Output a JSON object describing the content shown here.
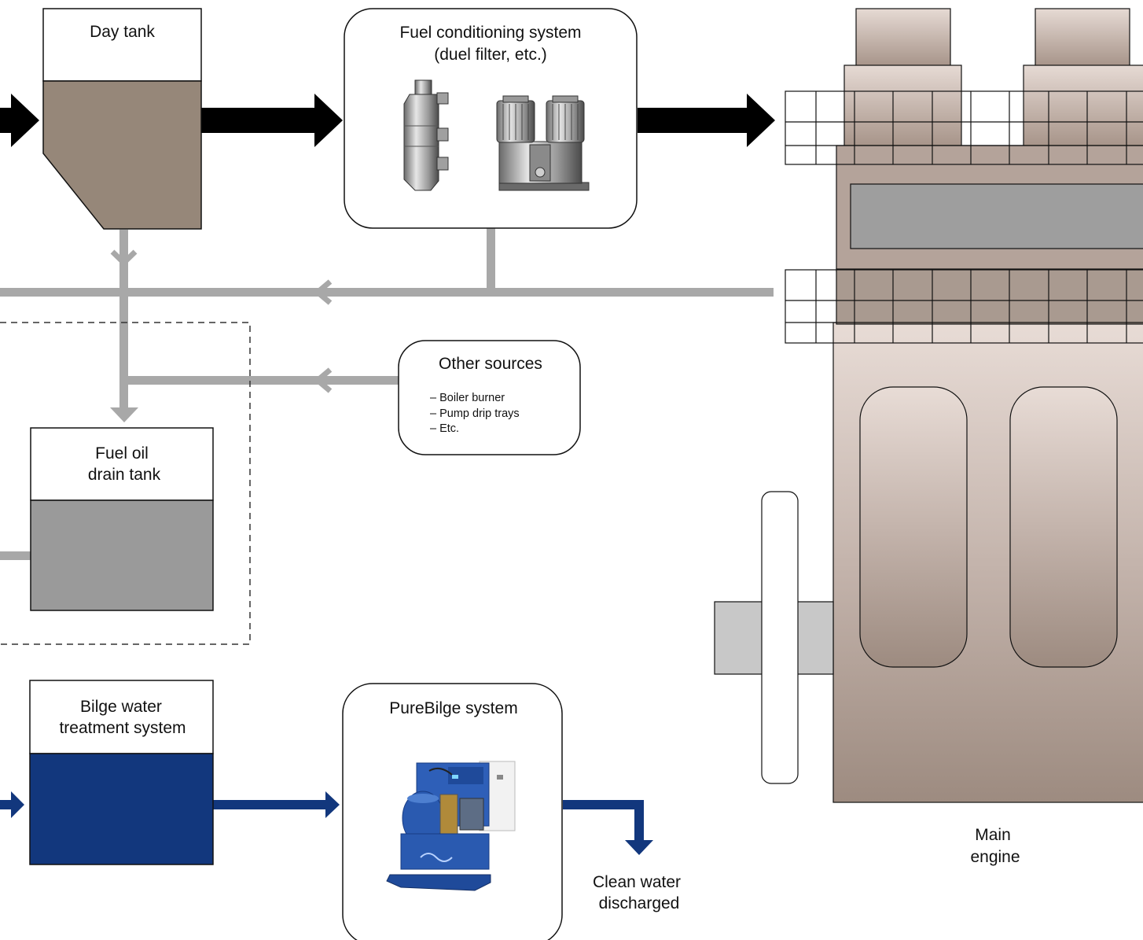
{
  "day_tank": {
    "label": "Day tank"
  },
  "fuel_conditioning": {
    "title_line1": "Fuel conditioning system",
    "title_line2": "(duel filter, etc.)"
  },
  "other_sources": {
    "title": "Other sources",
    "items": [
      "– Boiler burner",
      "– Pump drip trays",
      "– Etc."
    ]
  },
  "fuel_oil_drain_tank": {
    "line1": "Fuel oil",
    "line2": "drain tank"
  },
  "bilge_water": {
    "line1": "Bilge water",
    "line2": "treatment system"
  },
  "purebilge": {
    "title": "PureBilge system"
  },
  "clean_water": {
    "line1": "Clean water",
    "line2": "discharged"
  },
  "main_engine": {
    "line1": "Main",
    "line2": "engine"
  },
  "colors": {
    "day_tank_fill": "#968779",
    "drain_tank_fill": "#9a9a9a",
    "bilge_fill": "#12377d",
    "blue_flow": "#12377d",
    "grey_pipe": "#a8a8a8",
    "black_flow": "#000000"
  }
}
